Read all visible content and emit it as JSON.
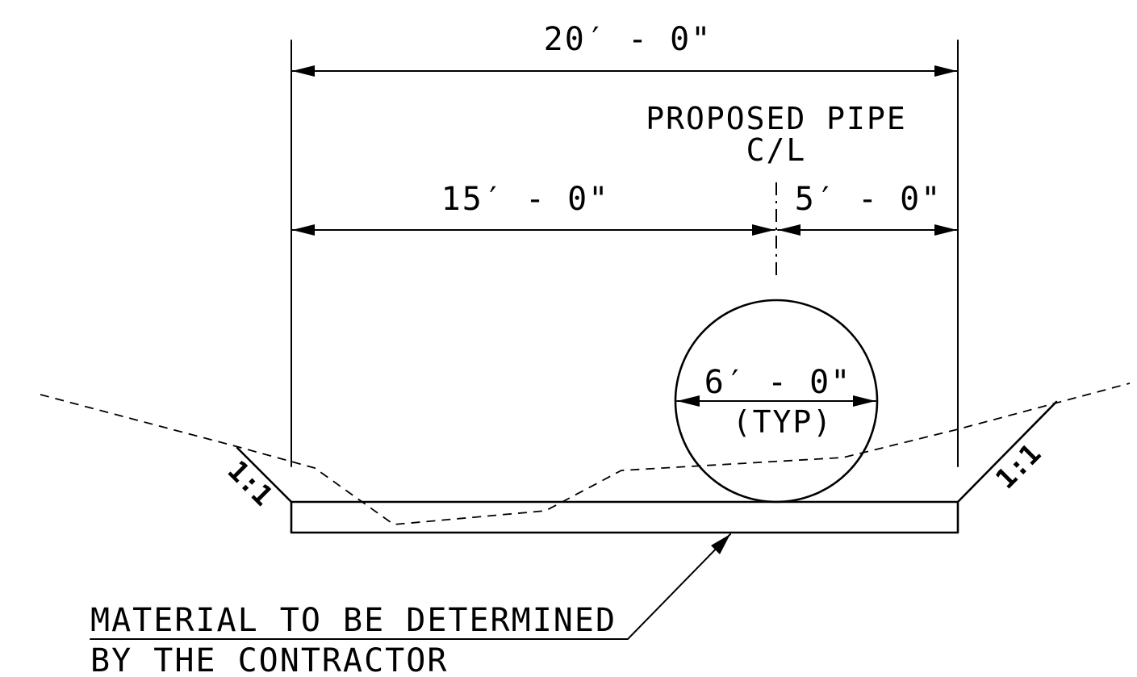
{
  "dimensions": {
    "overall": "20′ - 0\"",
    "left_to_centerline": "15′ - 0\"",
    "centerline_to_right": "5′ - 0\"",
    "pipe_diameter": "6′ - 0\"",
    "pipe_diameter_note": "(TYP)"
  },
  "labels": {
    "centerline_line1": "PROPOSED PIPE",
    "centerline_line2": "C/L",
    "slope_left": "1:1",
    "slope_right": "1:1",
    "material_line1": "MATERIAL TO BE DETERMINED",
    "material_line2": "BY THE CONTRACTOR"
  },
  "colors": {
    "ink": "#000000",
    "paper": "#ffffff"
  }
}
